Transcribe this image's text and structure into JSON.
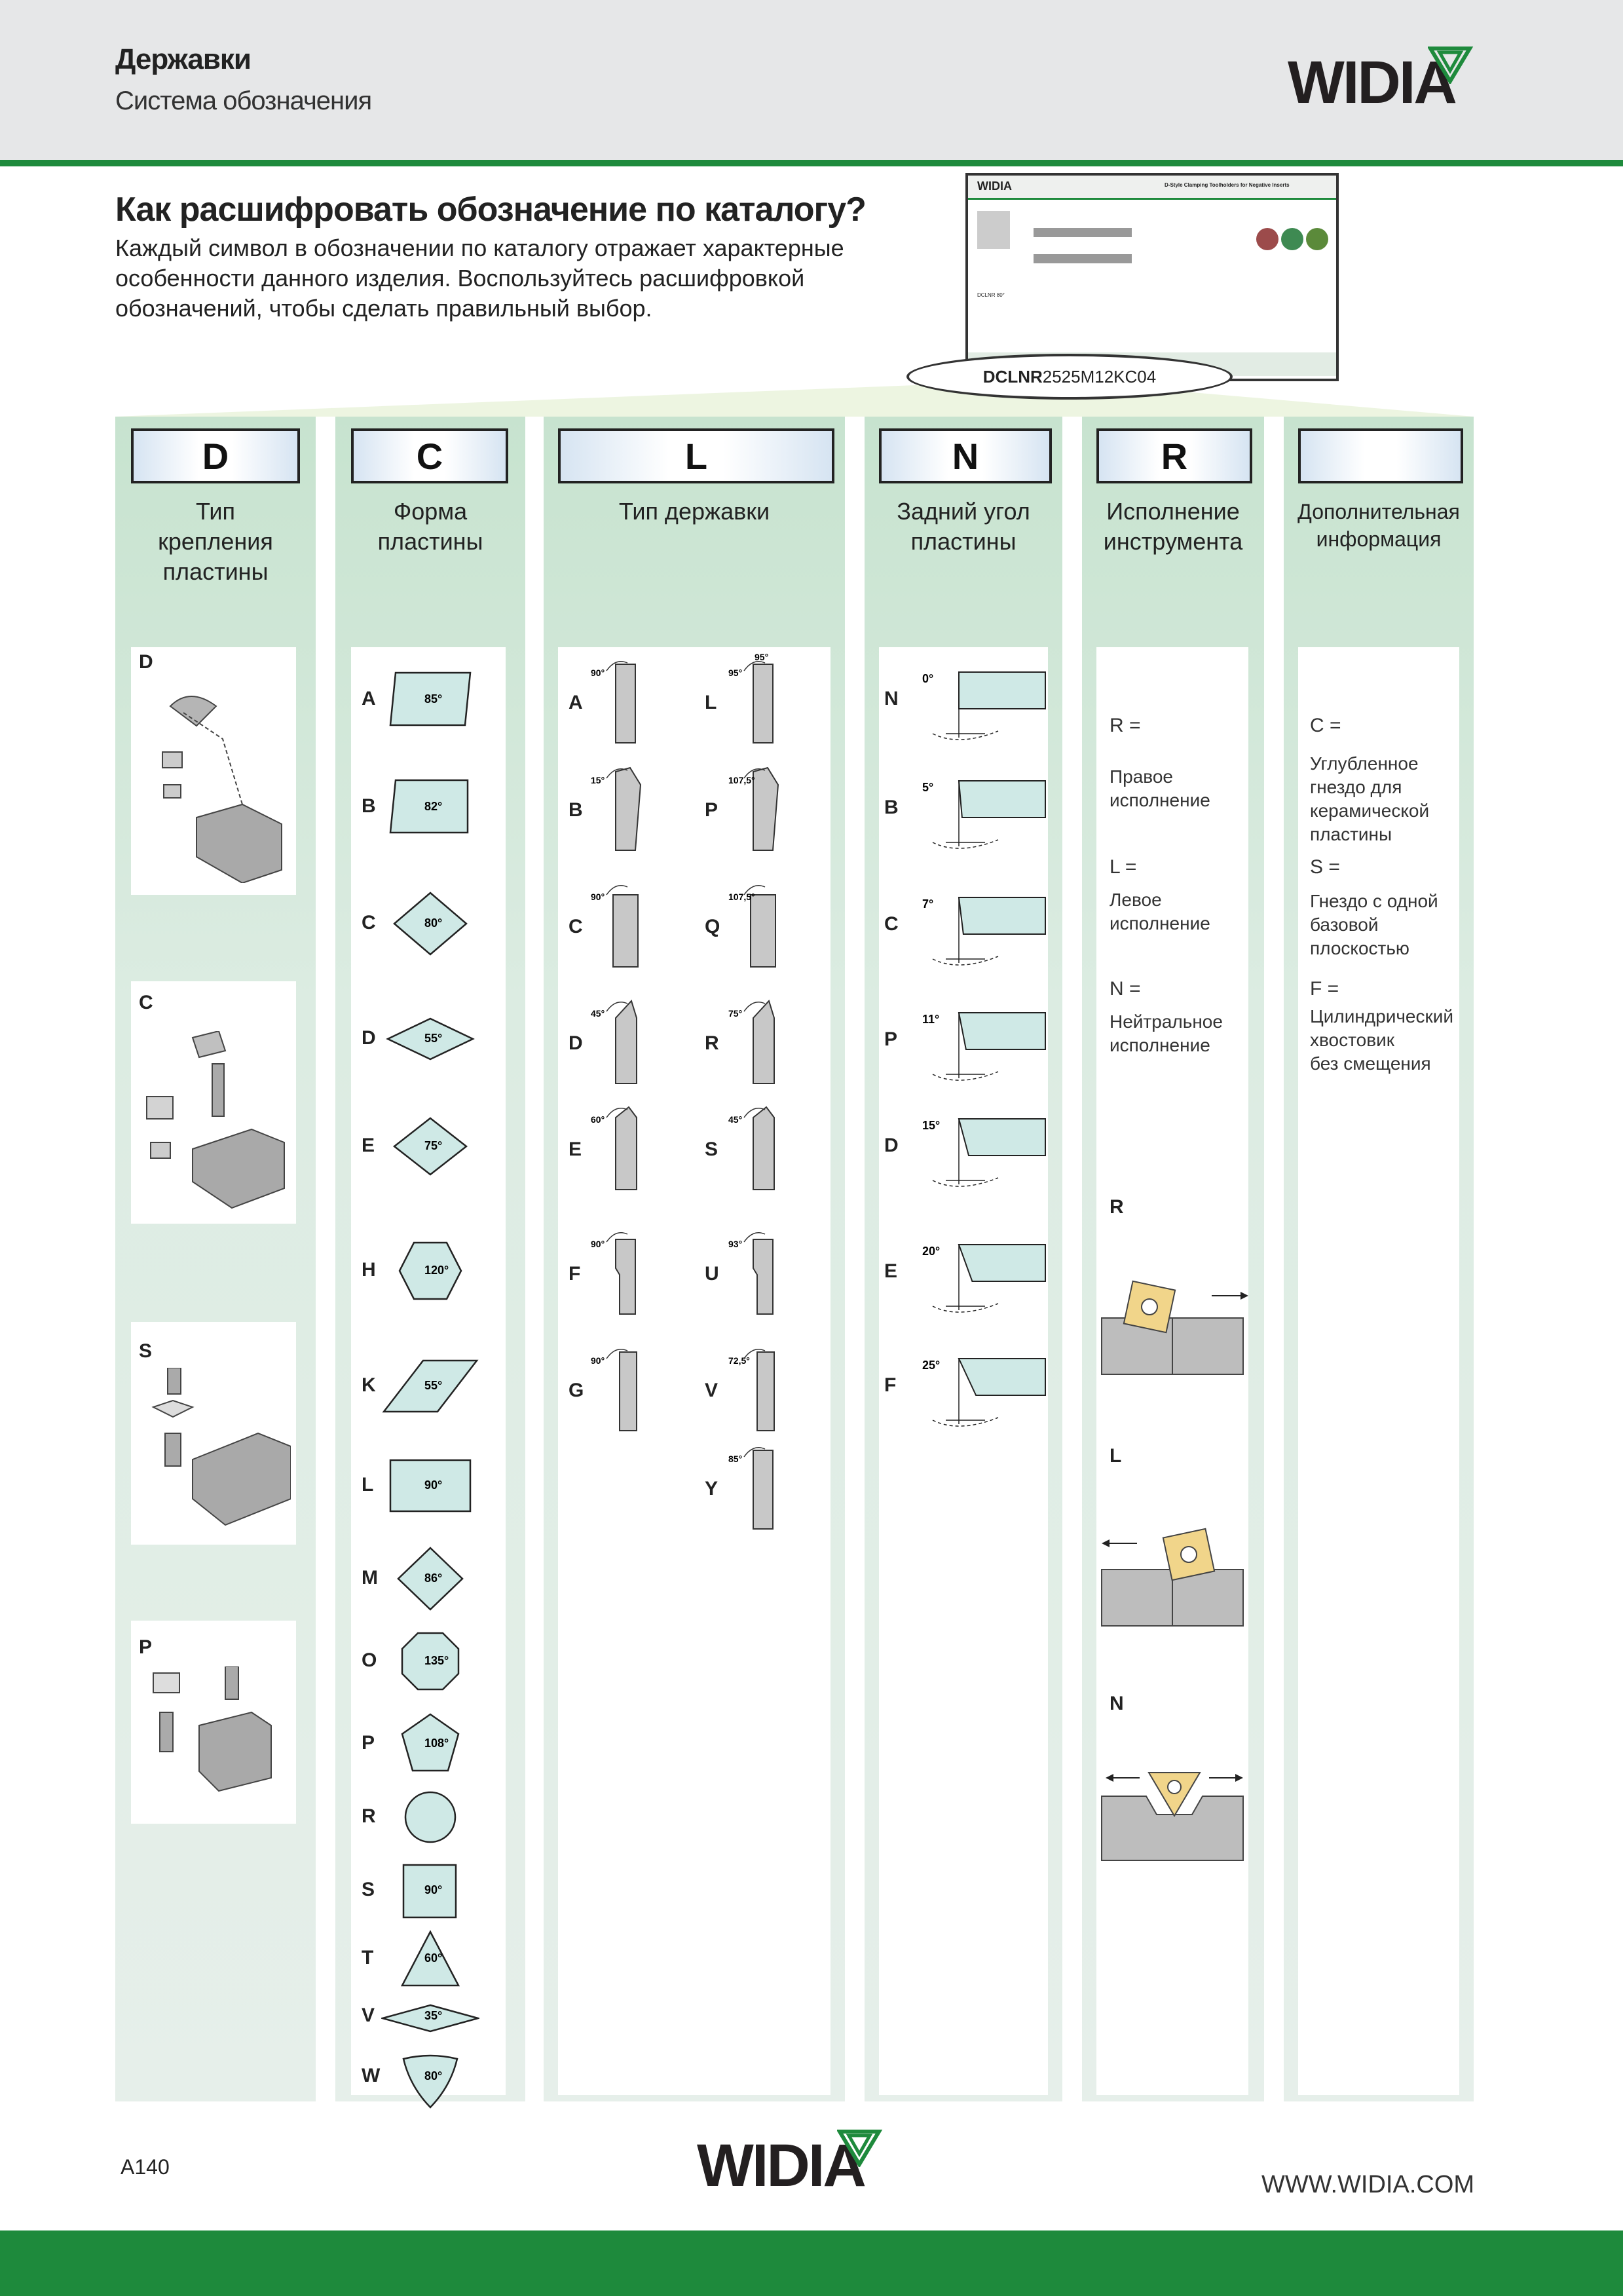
{
  "header": {
    "title": "Державки",
    "subtitle": "Система обозначения",
    "logo": "WIDIA"
  },
  "intro": {
    "question": "Как расшифровать обозначение по каталогу?",
    "body": "Каждый символ в обозначении по каталогу отражает характерные особенности данного изделия. Воспользуйтесь расшифровкой обозначений, чтобы сделать правильный выбор.",
    "thumb_logo": "WIDIA",
    "thumb_title": "D-Style Clamping Toolholders for Negative Inserts",
    "thumb_caption": "DCLNR 80°",
    "code_bold": "DCLNR",
    "code_rest": "2525M12KC04"
  },
  "columns": [
    {
      "letter": "D",
      "label": "Тип\nкрепления\nпластины"
    },
    {
      "letter": "C",
      "label": "Форма\nпластины"
    },
    {
      "letter": "L",
      "label": "Тип державки"
    },
    {
      "letter": "N",
      "label": "Задний угол\nпластины"
    },
    {
      "letter": "R",
      "label": "Исполнение\nинструмента"
    },
    {
      "letter": "",
      "label": "Дополнительная\nинформация"
    }
  ],
  "clamping": [
    "D",
    "C",
    "S",
    "P"
  ],
  "shapes": [
    {
      "code": "A",
      "angle": "85°",
      "shape": "parallelogram-85"
    },
    {
      "code": "B",
      "angle": "82°",
      "shape": "parallelogram-82"
    },
    {
      "code": "C",
      "angle": "80°",
      "shape": "rhombus-80"
    },
    {
      "code": "D",
      "angle": "55°",
      "shape": "rhombus-55"
    },
    {
      "code": "E",
      "angle": "75°",
      "shape": "rhombus-75"
    },
    {
      "code": "H",
      "angle": "120°",
      "shape": "hexagon"
    },
    {
      "code": "K",
      "angle": "55°",
      "shape": "parallelogram-55"
    },
    {
      "code": "L",
      "angle": "90°",
      "shape": "rectangle"
    },
    {
      "code": "M",
      "angle": "86°",
      "shape": "rhombus-86"
    },
    {
      "code": "O",
      "angle": "135°",
      "shape": "octagon"
    },
    {
      "code": "P",
      "angle": "108°",
      "shape": "pentagon"
    },
    {
      "code": "R",
      "angle": "",
      "shape": "circle"
    },
    {
      "code": "S",
      "angle": "90°",
      "shape": "square"
    },
    {
      "code": "T",
      "angle": "60°",
      "shape": "triangle"
    },
    {
      "code": "V",
      "angle": "35°",
      "shape": "rhombus-35"
    },
    {
      "code": "W",
      "angle": "80°",
      "shape": "trigon"
    }
  ],
  "holders_left": [
    {
      "code": "A",
      "angle": "90°"
    },
    {
      "code": "B",
      "angle": "15°"
    },
    {
      "code": "C",
      "angle": "90°"
    },
    {
      "code": "D",
      "angle": "45°"
    },
    {
      "code": "E",
      "angle": "60°"
    },
    {
      "code": "F",
      "angle": "90°"
    },
    {
      "code": "G",
      "angle": "90°"
    }
  ],
  "holders_right": [
    {
      "code": "L",
      "angle": "95°",
      "angle2": "95°"
    },
    {
      "code": "P",
      "angle": "107,5°"
    },
    {
      "code": "Q",
      "angle": "107,5°"
    },
    {
      "code": "R",
      "angle": "75°"
    },
    {
      "code": "S",
      "angle": "45°"
    },
    {
      "code": "U",
      "angle": "93°"
    },
    {
      "code": "V",
      "angle": "72,5°"
    },
    {
      "code": "Y",
      "angle": "85°"
    }
  ],
  "clearance": [
    {
      "code": "N",
      "angle": "0°"
    },
    {
      "code": "B",
      "angle": "5°"
    },
    {
      "code": "C",
      "angle": "7°"
    },
    {
      "code": "P",
      "angle": "11°"
    },
    {
      "code": "D",
      "angle": "15°"
    },
    {
      "code": "E",
      "angle": "20°"
    },
    {
      "code": "F",
      "angle": "25°"
    }
  ],
  "hand": {
    "r_head": "R =",
    "r_text": "Правое\nисполнение",
    "l_head": "L =",
    "l_text": "Левое\nисполнение",
    "n_head": "N =",
    "n_text": "Нейтральное\nисполнение",
    "r_label": "R",
    "l_label": "L",
    "n_label": "N"
  },
  "extra": {
    "c_head": "C =",
    "c_text": "Углубленное\nгнездо для\nкерамической\nпластины",
    "s_head": "S =",
    "s_text": "Гнездо с одной\nбазовой\nплоскостью",
    "f_head": "F =",
    "f_text": "Цилиндрический\nхвостовик\nбез смещения"
  },
  "footer": {
    "page": "A140",
    "logo": "WIDIA",
    "url": "WWW.WIDIA.COM"
  },
  "colors": {
    "brand_green": "#1e8a3c",
    "insert_fill": "#cfe9e6",
    "panel": "#dcece2"
  }
}
